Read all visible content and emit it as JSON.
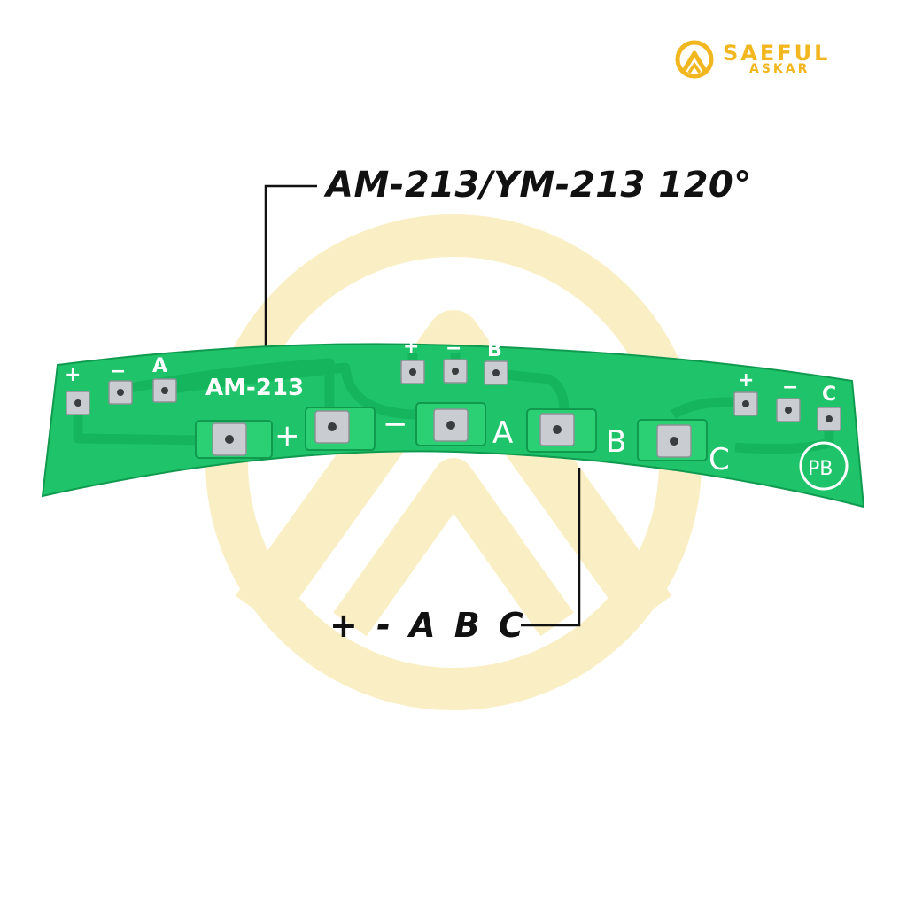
{
  "brand": {
    "name": "SAEFUL",
    "sub": "ASKAR",
    "color": "#f2b61e"
  },
  "watermark": {
    "color": "#faefc4"
  },
  "callouts": {
    "model": "AM-213/YM-213 120°",
    "pins": "+ - A B C"
  },
  "board": {
    "color": "#1fc46a",
    "trace_color": "#14b35c",
    "silkscreen_color": "#ffffff",
    "part_number": "AM-213",
    "sensor_groups": [
      {
        "labels": [
          "+",
          "−",
          "A"
        ]
      },
      {
        "labels": [
          "+",
          "−",
          "B"
        ]
      },
      {
        "labels": [
          "+",
          "−",
          "C"
        ]
      }
    ],
    "output_pads": [
      "+",
      "−",
      "A",
      "B",
      "C"
    ],
    "logo_mark": "PB"
  }
}
